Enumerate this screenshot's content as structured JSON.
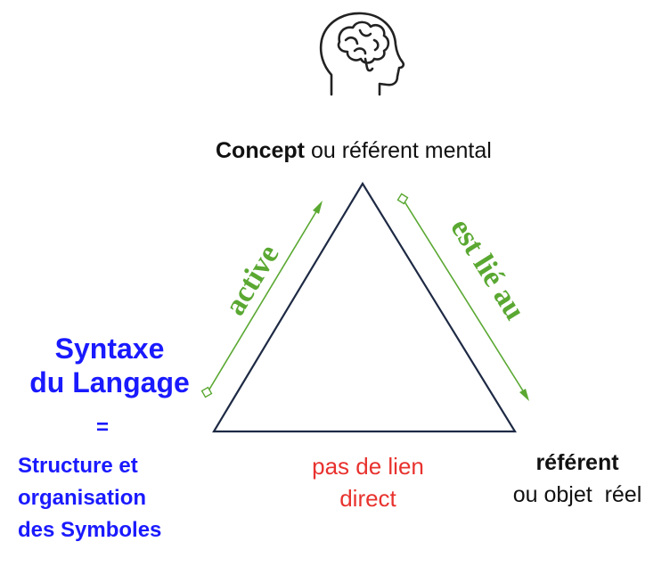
{
  "concept": {
    "bold": "Concept",
    "rest": " ou référent mental"
  },
  "syntaxe": {
    "line1": "Syntaxe",
    "line2": "du Langage",
    "equals": "="
  },
  "structure": {
    "line1": "Structure et",
    "line2": "organisation",
    "line3": "des Symboles"
  },
  "lien": {
    "line1": "pas de lien",
    "line2": "direct"
  },
  "referent": {
    "line1": "référent",
    "line2": "ou objet  réel"
  },
  "arrows": {
    "active": "active",
    "lie": "est lié au"
  },
  "colors": {
    "blue": "#1a1aff",
    "green": "#5aa832",
    "red": "#e8322e",
    "navy": "#1e2a44"
  },
  "icon": "head-brain-icon"
}
